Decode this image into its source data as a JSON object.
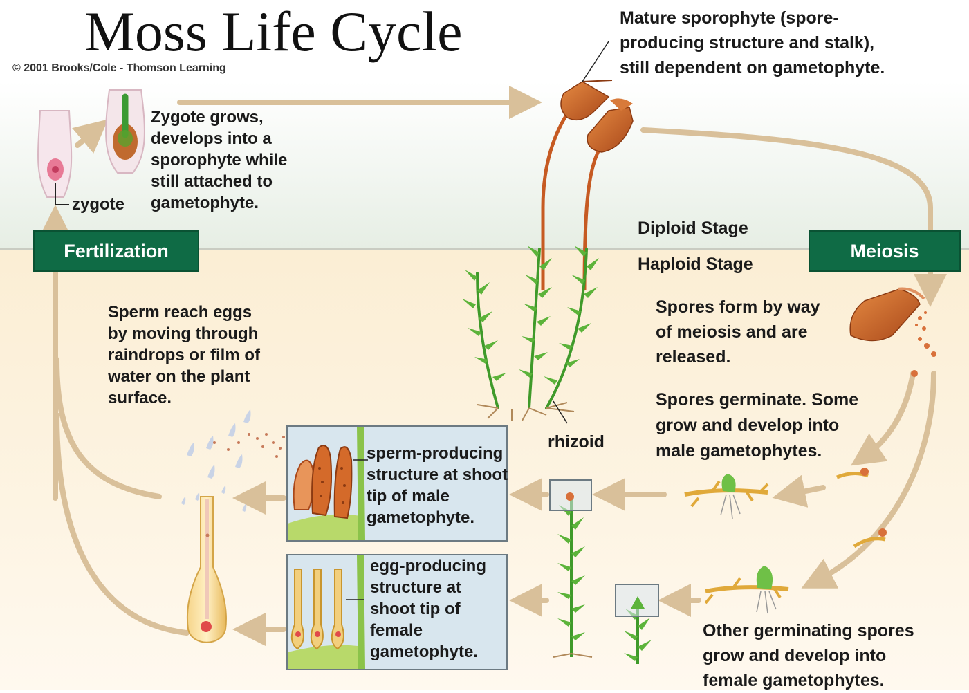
{
  "title": "Moss Life Cycle",
  "copyright": "© 2001 Brooks/Cole - Thomson Learning",
  "labels": {
    "mature_sporophyte": "Mature sporophyte (spore-\nproducing structure and stalk),\nstill dependent on gametophyte.",
    "zygote_grows": "Zygote grows,\ndevelops into a\nsporophyte while\nstill attached to\ngametophyte.",
    "zygote": "zygote",
    "diploid_stage": "Diploid Stage",
    "haploid_stage": "Haploid Stage",
    "spores_form": "Spores form by way\nof meiosis and are\nreleased.",
    "spores_germinate": "Spores germinate. Some\ngrow and develop into\nmale gametophytes.",
    "sperm_reach": "Sperm reach eggs\nby moving through\nraindrops or film of\nwater on the plant\nsurface.",
    "rhizoid": "rhizoid",
    "sperm_producing": "sperm-producing\nstructure at shoot\ntip of male\ngametophyte.",
    "egg_producing": "egg-producing\nstructure at\nshoot tip of\nfemale\ngametophyte.",
    "other_germinating": "Other germinating spores\ngrow and develop into\nfemale gametophytes."
  },
  "badges": {
    "fertilization": "Fertilization",
    "meiosis": "Meiosis"
  },
  "colors": {
    "badge_green": "#0f6b45",
    "arrow_tan": "#d9c09a",
    "capsule_brown": "#c8652a",
    "leaf_green": "#3f9a2a"
  }
}
